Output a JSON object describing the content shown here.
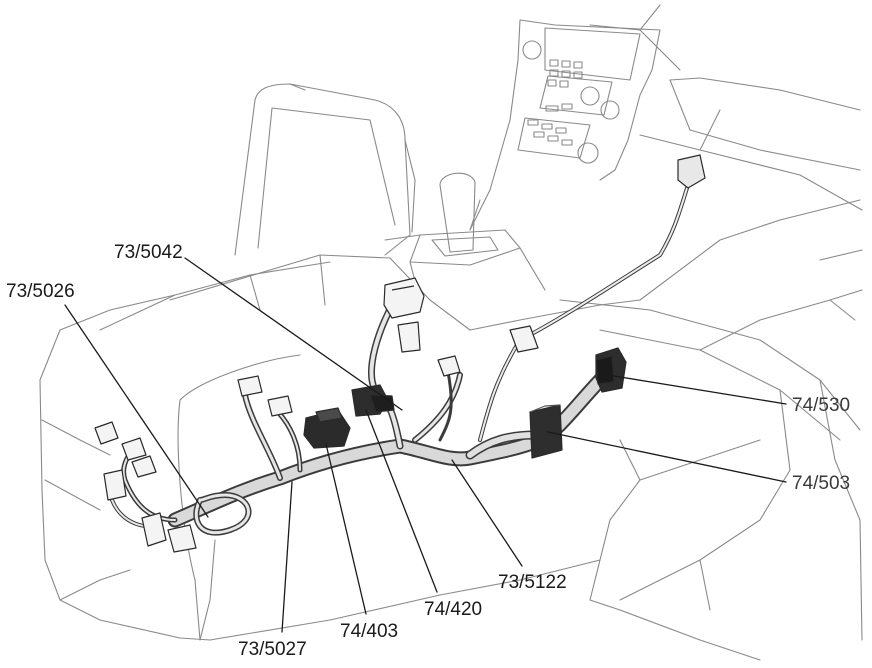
{
  "callouts": {
    "c73_5042": "73/5042",
    "c73_5026": "73/5026",
    "c74_530": "74/530",
    "c74_503": "74/503",
    "c73_5122": "73/5122",
    "c74_420": "74/420",
    "c74_403": "74/403",
    "c73_5027": "73/5027"
  }
}
